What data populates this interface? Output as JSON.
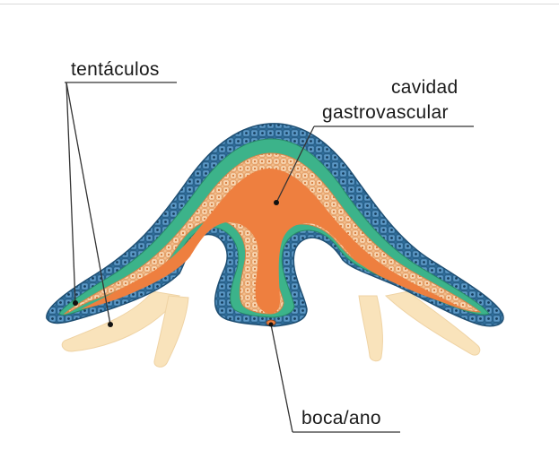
{
  "labels": {
    "tentaculos": "tentáculos",
    "cavidad_line1": "cavidad",
    "cavidad_line2": "gastrovascular",
    "boca_ano": "boca/ano"
  },
  "colors": {
    "ectoderm": "#2f6e9c",
    "ectoderm_cells": "#4d8fbf",
    "mesoglea": "#3cb38a",
    "endoderm": "#f0b583",
    "endoderm_cells": "#f6cfa6",
    "cavity": "#ee7f3f",
    "tentacle": "#f9e3bb",
    "leader_line": "#333333"
  }
}
